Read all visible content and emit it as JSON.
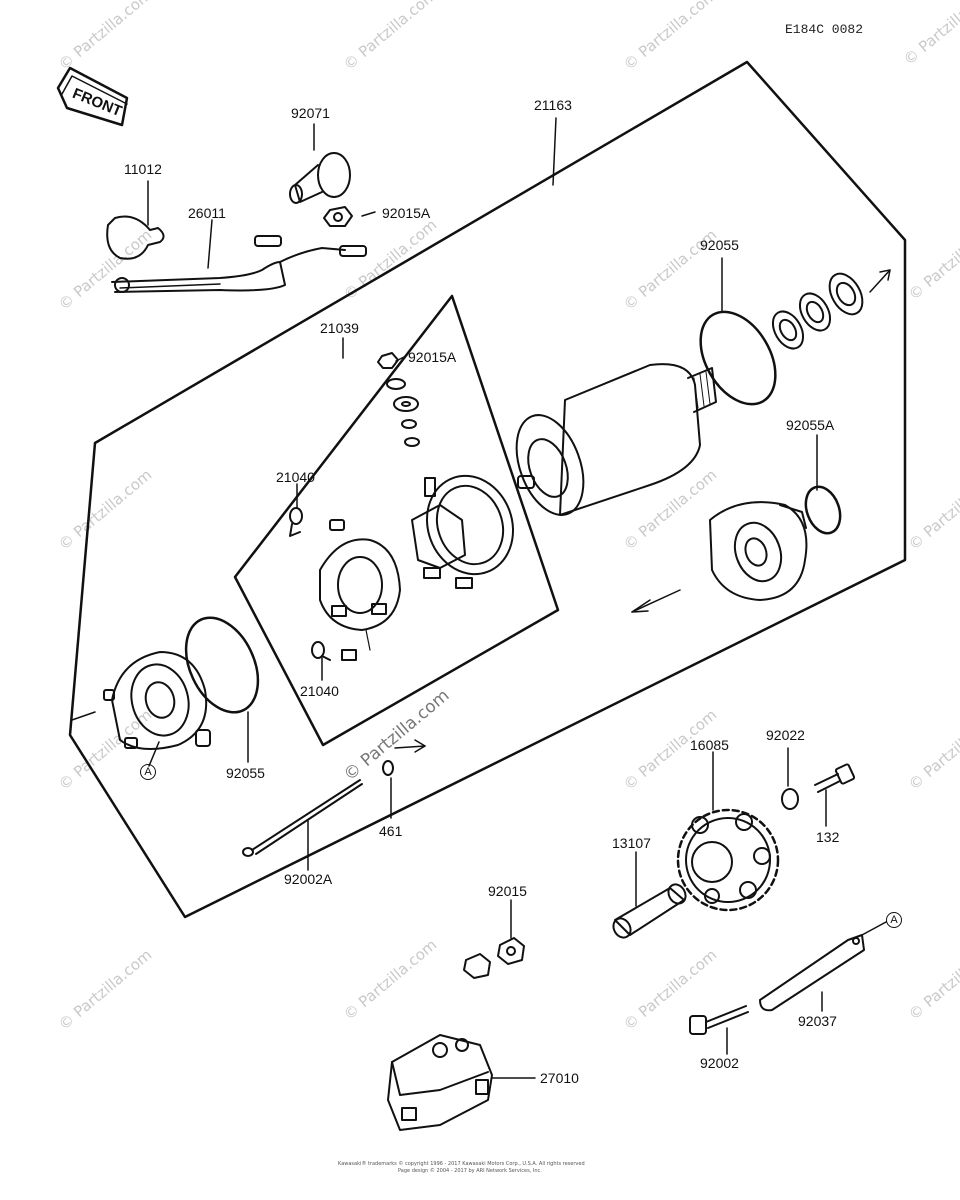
{
  "drawing_code": "E184C 0082",
  "front_label": "FRONT",
  "watermark": "© Partzilla.com",
  "copyright": [
    "Kawasaki® trademarks © copyright 1996 - 2017 Kawasaki Motors Corp., U.S.A. All rights reserved",
    "Page design © 2004 - 2017 by ARI Network Services, Inc."
  ],
  "parts": {
    "p21163": "21163",
    "p92071": "92071",
    "p11012": "11012",
    "p26011": "26011",
    "p92015A_top": "92015A",
    "p92055_top": "92055",
    "p21039": "21039",
    "p92015A_mid": "92015A",
    "p21040_a": "21040",
    "p21040_b": "21040",
    "p92055A": "92055A",
    "p92055_left": "92055",
    "pA_left": "A",
    "p461": "461",
    "p92002A": "92002A",
    "p16085": "16085",
    "p92022": "92022",
    "p132": "132",
    "p13107": "13107",
    "p92015": "92015",
    "pA_right": "A",
    "p92037": "92037",
    "p92002": "92002",
    "p27010": "27010"
  }
}
